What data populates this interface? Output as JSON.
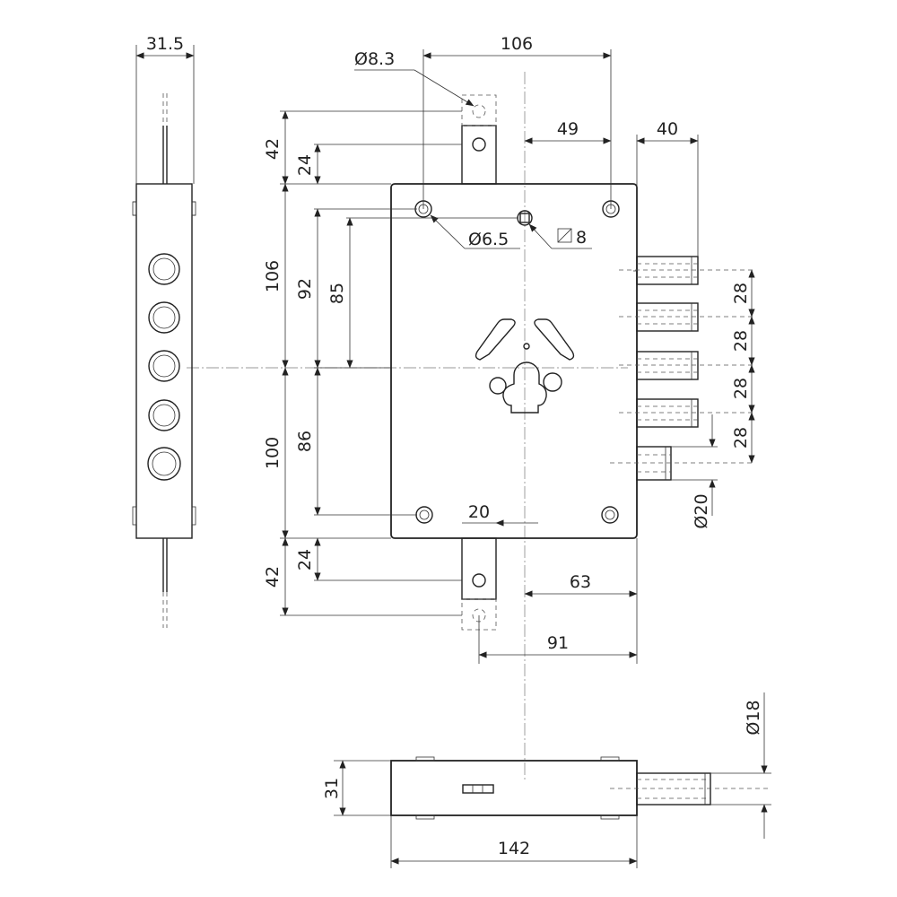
{
  "dimensions": {
    "side_width": "31.5",
    "hole_dia_top": "Ø8.3",
    "hole_spacing": "106",
    "offset_49": "49",
    "bolt_length": "40",
    "top_total": "42",
    "top_inner": "24",
    "plate_upper": "106",
    "upper_92": "92",
    "upper_85": "85",
    "hole_dia_small": "Ø6.5",
    "square_8": "8",
    "bolt_pitch_1": "28",
    "bolt_pitch_2": "28",
    "bolt_pitch_3": "28",
    "bolt_pitch_4": "28",
    "bolt_dia": "Ø20",
    "plate_lower": "100",
    "lower_86": "86",
    "rod_20": "20",
    "bottom_inner": "24",
    "bottom_total": "42",
    "offset_63": "63",
    "offset_91": "91",
    "thickness": "31",
    "width_142": "142",
    "bolt_dia_bottom": "Ø18"
  }
}
